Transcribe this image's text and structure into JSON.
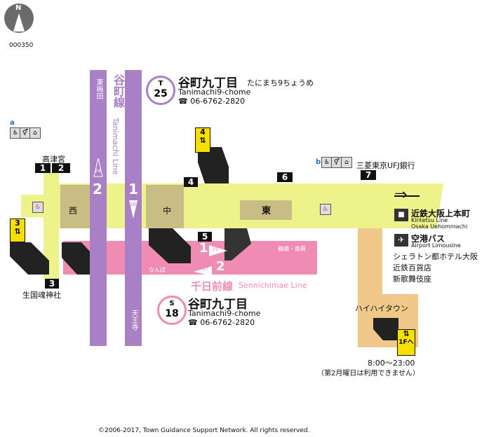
{
  "map_id": "000350",
  "compass": {
    "label": "N"
  },
  "lines": {
    "tanimachi": {
      "name_ja": "谷町線",
      "name_en": "Tanimachi Line",
      "color": "#a97fc6",
      "track1": "1",
      "track2": "2",
      "dir1": "天王寺",
      "dir2": "東梅田",
      "car1": "26",
      "car2": "24"
    },
    "sennichimae": {
      "name_ja": "千日前線",
      "name_en": "Sennichimae Line",
      "color": "#f08cb4",
      "track1": "1",
      "track2": "2",
      "dir1": "鶴橋・南巽",
      "dir2": "なんば",
      "car1": "19",
      "car2": "17"
    }
  },
  "stations": {
    "T": {
      "letter": "T",
      "number": "25",
      "name_ja": "谷町九丁目",
      "kana": "たにまち9ちょうめ",
      "name_en": "Tanimachi9-chome",
      "phone": "☎ 06-6762-2820"
    },
    "S": {
      "letter": "S",
      "number": "18",
      "name_ja": "谷町九丁目",
      "name_en": "Tanimachi9-chome",
      "phone": "☎ 06-6762-2820"
    }
  },
  "areas": {
    "west": "西",
    "central": "中",
    "east": "東"
  },
  "exits": [
    "1",
    "2",
    "3",
    "3",
    "4",
    "4",
    "5",
    "6",
    "7"
  ],
  "toilets": {
    "a": "a",
    "b": "b"
  },
  "landmarks": {
    "kozugu": "高津宮",
    "ikukunitama": "生国魂神社",
    "mufg": "三菱東京UFJ銀行",
    "kintetsu": "近鉄大阪上本町",
    "kintetsu_en1": "Kintetsu Line",
    "kintetsu_en2": "Osaka Uehommachi",
    "airport": "空港バス",
    "airport_en": "Airport Limousine",
    "sheraton": "シェラトン都ホテル大阪",
    "department": "近鉄百貨店",
    "kabukiza": "新歌舞伎座",
    "hihi": "ハイハイタウン",
    "hours": "8:00～23:00",
    "closed": "（第2月曜日は利用できません）",
    "floor": "1Fへ"
  },
  "arrow": "⇒",
  "copyright": "©2006-2017, Town Guidance Support Network. All rights reserved."
}
